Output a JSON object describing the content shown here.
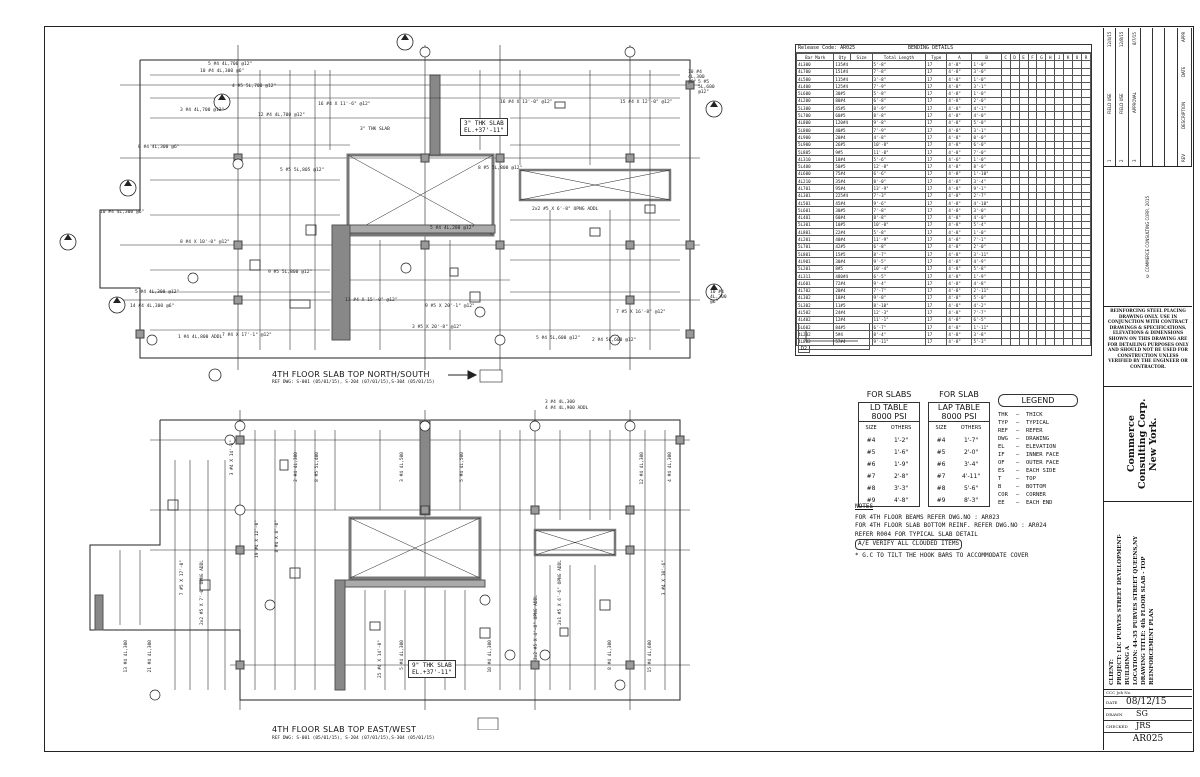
{
  "plan_north_south": {
    "title": "4TH FLOOR SLAB TOP NORTH/SOUTH",
    "ref": "REF DWG: S-001 (05/01/15), S-204 (07/01/15),S-304 (05/01/15)",
    "slab_note_1": "3\" THK SLAB",
    "slab_note_2": "EL.+37'-11\"",
    "section_tags": [
      "AR025",
      "AR024",
      "AR024",
      "AR024",
      "AR024",
      "AR024"
    ],
    "rebar_labels": [
      "5 #4 4L,700 @12\"",
      "10 #4 4L,300 @6\"",
      "4 #5 5L,700 @12\"",
      "12 #4 4L,700 @12\"",
      "8 #4 4L,300 @6\"",
      "10 #4 4L,300 @6\"",
      "5 #5 5L,805 @12\"",
      "5 #4 4L,300 @12\"",
      "8 #5 5L,800 @12\"",
      "5 #4 4L,200 @12\"",
      "1 #4 4L,800 ADDL",
      "9 #5 5L,800 @12\"",
      "3 #4 4L,700 @12\"",
      "10 #4 4L,300 @6\"",
      "5 #5 5L,600 @12\"",
      "15 #4 X 12'-0\" @12\"",
      "8 #4 X 10'-0\" @12\"",
      "16 #4 X 11'-6\" @12\"",
      "16 #4 X 13'-0\" @12\"",
      "7 #4 X 17'-1\" @12\"",
      "13 #4 X 15'-0\" @12\"",
      "2x2 #5 X 6'-8\" OPNG ADDL",
      "3 #5 X 20'-8\" @12\"",
      "9 #5 X 20'-1\" @12\"",
      "7 #5 X 16'-8\" @12\"",
      "5 #4 5L,600 @12\"",
      "14 #4 4L,300 @6\"",
      "10 #4 4L,300 @6\"",
      "2 #4 5L,600 @12\""
    ]
  },
  "plan_east_west": {
    "title": "4TH FLOOR SLAB TOP EAST/WEST",
    "ref": "REF DWG: S-001 (05/01/15), S-204 (07/01/15),S-304 (05/01/15)",
    "slab_note_1": "9\" THK SLAB",
    "slab_note_2": "EL.+37'-11\"",
    "rebar_labels": [
      "3 #4 4L,300",
      "4 #4 4L,900 ADDL",
      "2 #4 4L,300",
      "8 #5 5L,400",
      "3 #4 4L,500",
      "5 #4 4L,500",
      "12 #4 4L,300",
      "4 #4 4L,300",
      "7 #5 X 17'-0\"",
      "2x2 #5 X 7'-0\" OPNG ADDL",
      "19 #4 X 12'-0\"",
      "8 #4 X 8'-0\"",
      "3 #4 X 14'-0\"",
      "13 #4 4L,300",
      "2x2 #5 X 4'-0\" OPNG ADDL",
      "25 #4 X 14'-0\"",
      "5 #4 4L,300",
      "15 #4 4L,600",
      "2x1 #5 X 6'-6\" OPNG ADDL",
      "8 #4 4L,300",
      "21 #4 4L,300",
      "10 #4 4L,300",
      "3 #4 X 10'-6\""
    ]
  },
  "bending_table": {
    "release_code": "Release Code: AR025",
    "title": "BENDING DETAILS",
    "headers": [
      "Bar Mark",
      "Qty",
      "Size",
      "Total Length",
      "Type",
      "A",
      "B",
      "C",
      "D",
      "E",
      "F",
      "G",
      "H",
      "J",
      "K",
      "O",
      "R"
    ],
    "rows": [
      [
        "4L300",
        "135#4",
        "5'-8\"",
        "17",
        "4'-8\"",
        "1'-0\""
      ],
      [
        "4L700",
        "151#4",
        "7'-8\"",
        "17",
        "4'-8\"",
        "3'-0\""
      ],
      [
        "4L500",
        "115#4",
        "3'-8\"",
        "17",
        "4'-8\"",
        "1'-0\""
      ],
      [
        "4L400",
        "125#4",
        "7'-9\"",
        "17",
        "4'-8\"",
        "3'-1\""
      ],
      [
        "5L600",
        "30#5",
        "5'-8\"",
        "17",
        "4'-8\"",
        "1'-0\""
      ],
      [
        "4L200",
        "80#4",
        "6'-8\"",
        "17",
        "4'-8\"",
        "2'-0\""
      ],
      [
        "5L300",
        "45#5",
        "8'-9\"",
        "17",
        "4'-8\"",
        "4'-1\""
      ],
      [
        "5L700",
        "60#5",
        "8'-8\"",
        "17",
        "4'-8\"",
        "4'-0\""
      ],
      [
        "4L800",
        "120#4",
        "9'-8\"",
        "17",
        "4'-8\"",
        "5'-0\""
      ],
      [
        "5L800",
        "40#5",
        "7'-9\"",
        "17",
        "4'-8\"",
        "3'-1\""
      ],
      [
        "4L900",
        "20#4",
        "4'-8\"",
        "17",
        "4'-8\"",
        "0'-0\""
      ],
      [
        "5L900",
        "26#5",
        "10'-8\"",
        "17",
        "4'-8\"",
        "6'-0\""
      ],
      [
        "5L805",
        "9#5",
        "11'-8\"",
        "17",
        "4'-8\"",
        "7'-0\""
      ],
      [
        "4L310",
        "10#4",
        "5'-6\"",
        "17",
        "4'-6\"",
        "1'-0\""
      ],
      [
        "5L400",
        "50#5",
        "12'-8\"",
        "17",
        "4'-8\"",
        "8'-0\""
      ],
      [
        "4L600",
        "75#4",
        "6'-6\"",
        "17",
        "4'-8\"",
        "1'-10\""
      ],
      [
        "4L210",
        "35#4",
        "8'-0\"",
        "17",
        "4'-8\"",
        "3'-4\""
      ],
      [
        "4L701",
        "95#4",
        "13'-9\"",
        "17",
        "4'-8\"",
        "9'-1\""
      ],
      [
        "4L301",
        "225#4",
        "7'-3\"",
        "17",
        "4'-8\"",
        "2'-7\""
      ],
      [
        "4L501",
        "45#4",
        "9'-6\"",
        "17",
        "4'-8\"",
        "4'-10\""
      ],
      [
        "5L601",
        "30#5",
        "7'-8\"",
        "17",
        "4'-8\"",
        "3'-0\""
      ],
      [
        "4L401",
        "60#4",
        "8'-8\"",
        "17",
        "4'-8\"",
        "4'-0\""
      ],
      [
        "5L301",
        "10#5",
        "10'-0\"",
        "17",
        "4'-8\"",
        "5'-4\""
      ],
      [
        "4L801",
        "22#4",
        "5'-8\"",
        "17",
        "4'-8\"",
        "1'-0\""
      ],
      [
        "4L201",
        "40#4",
        "11'-9\"",
        "17",
        "4'-8\"",
        "7'-1\""
      ],
      [
        "5L701",
        "42#5",
        "6'-8\"",
        "17",
        "4'-8\"",
        "2'-0\""
      ],
      [
        "5L801",
        "15#5",
        "8'-7\"",
        "17",
        "4'-8\"",
        "3'-11\""
      ],
      [
        "4L901",
        "30#4",
        "9'-5\"",
        "17",
        "4'-8\"",
        "4'-9\""
      ],
      [
        "5L201",
        "8#5",
        "10'-4\"",
        "17",
        "4'-8\"",
        "5'-8\""
      ],
      [
        "4L311",
        "480#4",
        "6'-5\"",
        "17",
        "4'-8\"",
        "1'-9\""
      ],
      [
        "4L601",
        "72#4",
        "9'-4\"",
        "17",
        "4'-8\"",
        "4'-8\""
      ],
      [
        "4L702",
        "20#4",
        "7'-7\"",
        "17",
        "4'-8\"",
        "2'-11\""
      ],
      [
        "4L302",
        "18#4",
        "9'-8\"",
        "17",
        "4'-8\"",
        "5'-0\""
      ],
      [
        "5L302",
        "11#5",
        "8'-10\"",
        "17",
        "4'-8\"",
        "4'-2\""
      ],
      [
        "4L502",
        "24#4",
        "12'-3\"",
        "17",
        "4'-8\"",
        "7'-7\""
      ],
      [
        "4L402",
        "12#4",
        "11'-1\"",
        "17",
        "4'-8\"",
        "6'-5\""
      ],
      [
        "5L602",
        "84#5",
        "6'-7\"",
        "17",
        "4'-8\"",
        "1'-11\""
      ],
      [
        "4L202",
        "5#4",
        "8'-4\"",
        "17",
        "4'-8\"",
        "3'-8\""
      ],
      [
        "4L802",
        "57#4",
        "9'-11\"",
        "17",
        "4'-8\"",
        "5'-3\""
      ]
    ],
    "detail_tag": "D2"
  },
  "ld_table": {
    "heading": "FOR SLABS",
    "title1": "LD TABLE",
    "title2": "8000 PSI",
    "col1": "SIZE",
    "col2": "OTHERS",
    "rows": [
      [
        "#4",
        "1'-2\""
      ],
      [
        "#5",
        "1'-6\""
      ],
      [
        "#6",
        "1'-9\""
      ],
      [
        "#7",
        "2'-8\""
      ],
      [
        "#8",
        "3'-3\""
      ],
      [
        "#9",
        "4'-8\""
      ]
    ]
  },
  "lap_table": {
    "heading": "FOR SLAB",
    "title1": "LAP TABLE",
    "title2": "8000 PSI",
    "col1": "SIZE",
    "col2": "OTHERS",
    "rows": [
      [
        "#4",
        "1'-7\""
      ],
      [
        "#5",
        "2'-0\""
      ],
      [
        "#6",
        "3'-4\""
      ],
      [
        "#7",
        "4'-11\""
      ],
      [
        "#8",
        "5'-6\""
      ],
      [
        "#9",
        "8'-3\""
      ]
    ]
  },
  "legend": {
    "title": "LEGEND",
    "items": [
      [
        "THK",
        "THICK"
      ],
      [
        "TYP",
        "TYPICAL"
      ],
      [
        "REF",
        "REFER"
      ],
      [
        "DWG",
        "DRAWING"
      ],
      [
        "EL",
        "ELEVATION"
      ],
      [
        "IF",
        "INNER FACE"
      ],
      [
        "OF",
        "OUTER FACE"
      ],
      [
        "ES",
        "EACH SIDE"
      ],
      [
        "T",
        "TOP"
      ],
      [
        "B",
        "BOTTOM"
      ],
      [
        "COR",
        "CORNER"
      ],
      [
        "EE",
        "EACH END"
      ]
    ]
  },
  "notes": {
    "title": "NOTES",
    "lines": [
      "FOR 4TH FLOOR BEAMS REFER DWG.NO     : AR023",
      "FOR 4TH FLOOR SLAB BOTTOM REINF. REFER DWG.NO : AR024",
      "REFER R004 FOR TYPICAL SLAB DETAIL",
      "A/E VERIFY ALL CLOUDED ITEMS",
      "* G.C TO TILT THE HOOK BARS TO ACCOMMODATE COVER"
    ]
  },
  "title_block": {
    "revisions": [
      [
        "1",
        "FIELD USE",
        "12/4/15"
      ],
      [
        "2",
        "FIELD USE",
        "12/8/15"
      ],
      [
        "3",
        "APPROVAL",
        "8/7/15"
      ]
    ],
    "rev_header": [
      "REV",
      "DESCRIPTION",
      "DATE",
      "APPR"
    ],
    "disclaimer": "REINFORCING STEEL PLACING DRAWING ONLY. USE IN CONJUNCTION WITH CONTRACT DRAWINGS & SPECIFICATIONS. ELEVATIONS & DIMENSIONS SHOWN ON THIS DRAWING ARE FOR DETAILING PURPOSES ONLY AND SHOULD NOT BE USED FOR CONSTRUCTION UNLESS VERIFIED BY THE ENGINEER OR CONTRACTOR.",
    "copyright": "© COMMERCE CONSULTING CORP., 2015",
    "company1": "Commerce Consulting Corp.",
    "company2": "New York.",
    "client_label": "CLIENT:",
    "project_label": "PROJECT:",
    "project": "LIC PURVES STREET DEVELOPMENT-BUILDING A",
    "location_label": "LOCATION:",
    "location": "44-35 PURVES STREET QUEENS,NY",
    "drawing_title_label": "DRAWING TITLE:",
    "drawing_title": "4th FLOOR SLAB - TOP REINFORCEMENT PLAN",
    "job_label": "CCC Job No.",
    "date_label": "DATE",
    "date": "08/12/15",
    "drawn_label": "DRAWN",
    "drawn": "SG",
    "checked_label": "CHECKED",
    "checked": "JRS",
    "drawing_no": "AR025"
  }
}
